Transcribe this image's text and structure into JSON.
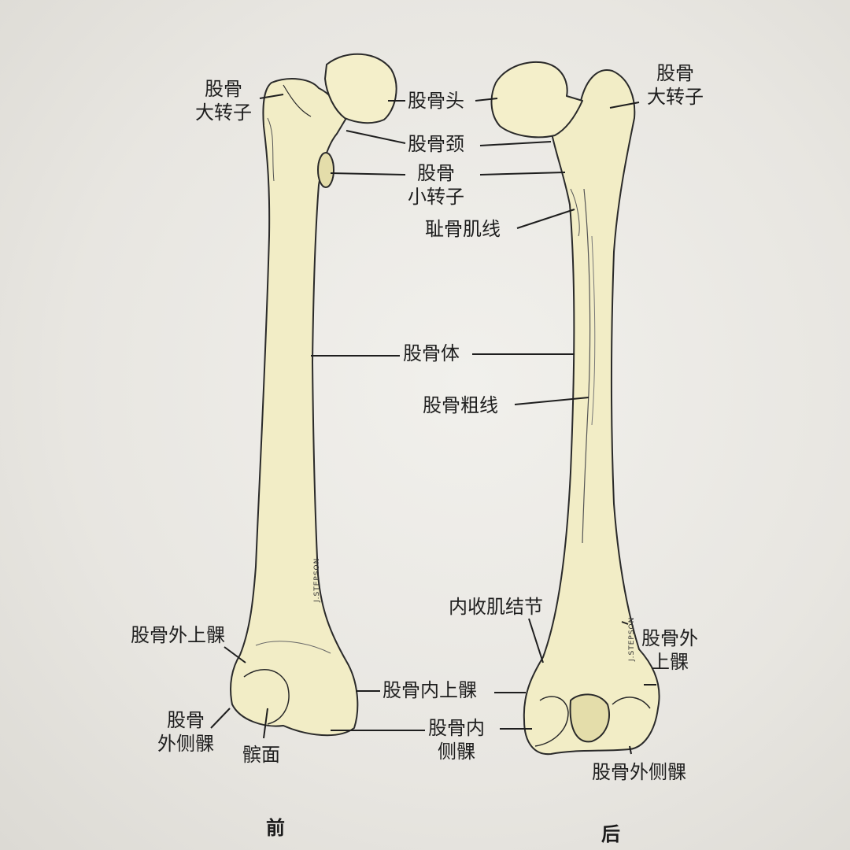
{
  "anterior": {
    "view_label": "前",
    "greater_trochanter": [
      "股骨",
      "大转子"
    ],
    "head": "股骨头",
    "neck": "股骨颈",
    "lesser_trochanter": [
      "股骨",
      "小转子"
    ],
    "body": "股骨体",
    "lateral_epicondyle": "股骨外上髁",
    "medial_epicondyle": "股骨内上髁",
    "lateral_condyle": [
      "股骨",
      "外侧髁"
    ],
    "patellar_surface": "髌面",
    "medial_condyle": [
      "股骨内",
      "侧髁"
    ],
    "signature": "J.STEPSON"
  },
  "posterior": {
    "view_label": "后",
    "head": "股骨头",
    "greater_trochanter": [
      "股骨",
      "大转子"
    ],
    "pectineal_line": "耻骨肌线",
    "linea_aspera": "股骨粗线",
    "adductor_tubercle": "内收肌结节",
    "lateral_epicondyle": [
      "股骨外",
      "上髁"
    ],
    "lateral_condyle": "股骨外侧髁",
    "signature": "J.STEPSON"
  },
  "colors": {
    "bone": "#f2edc6",
    "bone_shade": "#e4ddaa",
    "ink": "#2a2a2a",
    "background": "#e9e7e3"
  }
}
